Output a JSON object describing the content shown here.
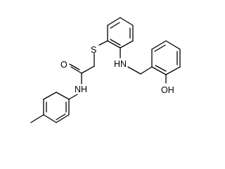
{
  "molecule": {
    "atoms": {
      "oxygen_carbonyl": "O",
      "sulfur": "S",
      "amide_nh": "NH",
      "amine_hn": "HN",
      "hydroxyl": "OH"
    },
    "colors": {
      "bond": "#000000",
      "label": "#000000",
      "background": "#ffffff"
    }
  }
}
